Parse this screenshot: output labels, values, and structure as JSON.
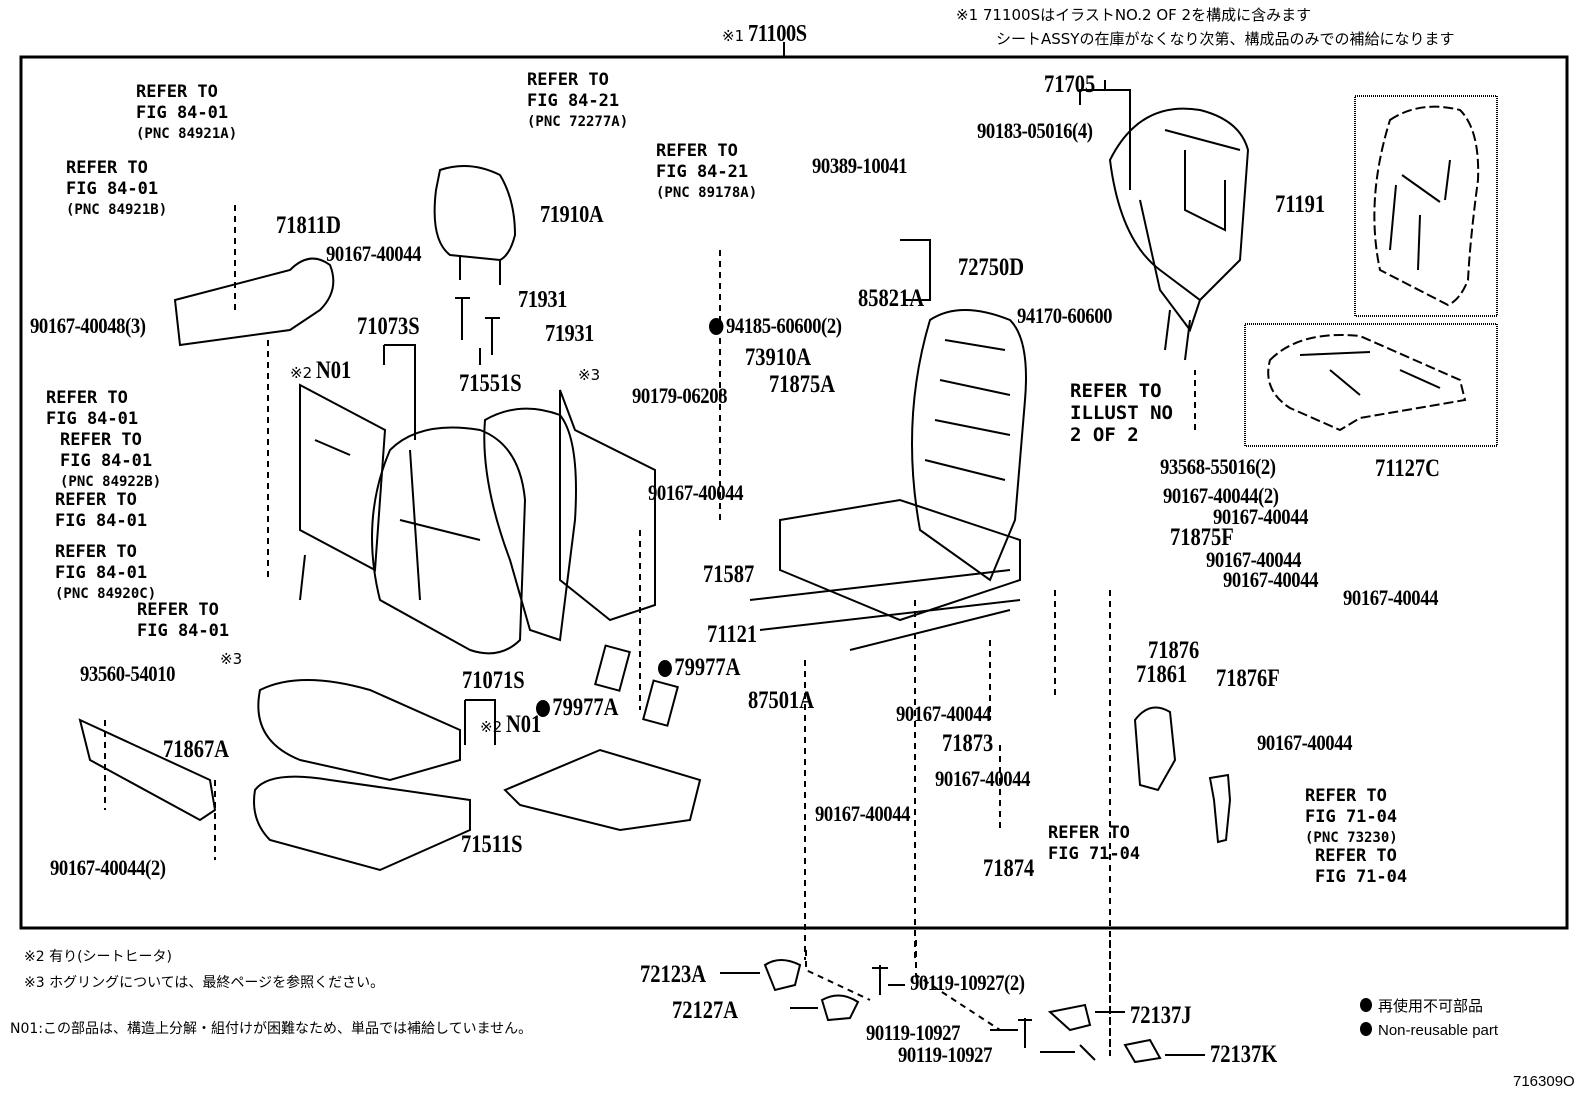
{
  "header": {
    "assembly_mark": "※1",
    "assembly_part": "71100S",
    "note_line1": "※1 71100SはイラストNO.2 OF 2を構成に含みます",
    "note_line2": "シートASSYの在庫がなくなり次第、構成品のみでの補給になります"
  },
  "references": {
    "r84_01_a": [
      "REFER TO",
      "FIG 84-01",
      "(PNC 84921A)"
    ],
    "r84_01_b": [
      "REFER TO",
      "FIG 84-01",
      "(PNC 84921B)"
    ],
    "r84_21_a": [
      "REFER TO",
      "FIG 84-21",
      "(PNC 72277A)"
    ],
    "r84_21_b": [
      "REFER TO",
      "FIG 84-21",
      "(PNC 89178A)"
    ],
    "r84_01_c": [
      "REFER TO",
      "FIG 84-01"
    ],
    "r84_01_d": [
      "REFER TO",
      "FIG 84-01",
      "(PNC 84922B)"
    ],
    "r84_01_e": [
      "REFER TO",
      "FIG 84-01"
    ],
    "r84_01_f": [
      "REFER TO",
      "FIG 84-01",
      "(PNC 84920C)"
    ],
    "r84_01_g": [
      "REFER TO",
      "FIG 84-01"
    ],
    "illust": [
      "REFER TO",
      "ILLUST NO",
      "2 OF 2"
    ],
    "r71_04_a": [
      "REFER TO",
      "FIG 71-04"
    ],
    "r71_04_b": [
      "REFER TO",
      "FIG 71-04",
      "(PNC 73230)"
    ],
    "r71_04_c": [
      "REFER TO",
      "FIG 71-04"
    ]
  },
  "parts": {
    "p71811D": "71811D",
    "p90167_40044_a": "90167-40044",
    "p90167_40048": "90167-40048(3)",
    "p71910A": "71910A",
    "p71931_a": "71931",
    "p71931_b": "71931",
    "p90389": "90389-10041",
    "p72750D": "72750D",
    "p85821A": "85821A",
    "p94185": "94185-60600(2)",
    "p71705": "71705",
    "p90183": "90183-05016(4)",
    "p71191": "71191",
    "p94170": "94170-60600",
    "p71073S": "71073S",
    "p71551S": "71551S",
    "p73910A": "73910A",
    "p71875A": "71875A",
    "p90179": "90179-06208",
    "p90167_40044_b": "90167-40044",
    "p93568": "93568-55016(2)",
    "p71127C": "71127C",
    "p90167_40044_2": "90167-40044(2)",
    "p90167_40044_c": "90167-40044",
    "p71875F": "71875F",
    "p90167_40044_d": "90167-40044",
    "p90167_40044_e": "90167-40044",
    "p90167_40044_f": "90167-40044",
    "p71587": "71587",
    "p71121": "71121",
    "p71876": "71876",
    "p71861": "71861",
    "p71876F": "71876F",
    "p79977A_a": "79977A",
    "p79977A_b": "79977A",
    "p87501A": "87501A",
    "p90167_40044_g": "90167-40044",
    "p90167_40044_h": "90167-40044",
    "p71873": "71873",
    "p90167_40044_i": "90167-40044",
    "p90167_40044_j": "90167-40044",
    "p71874": "71874",
    "p93560": "93560-54010",
    "p71867A": "71867A",
    "p90167_40044_k": "90167-40044(2)",
    "p71071S": "71071S",
    "p71511S": "71511S",
    "n01_a": "N01",
    "n01_b": "N01",
    "n01_mark": "※2",
    "hog_ring_mark": "※3",
    "p72123A": "72123A",
    "p72127A": "72127A",
    "p90119_2": "90119-10927(2)",
    "p90119_a": "90119-10927",
    "p90119_b": "90119-10927",
    "p72137J": "72137J",
    "p72137K": "72137K"
  },
  "footnotes": {
    "note2": "※2 有り(シートヒータ)",
    "note3": "※3  ホグリングについては、最終ページを参照ください。",
    "n01": "N01:この部品は、構造上分解・組付けが困難なため、単品では補給していません。"
  },
  "legend": {
    "jp": "再使用不可部品",
    "en": "Non-reusable part"
  },
  "illustration_code": "716309O"
}
